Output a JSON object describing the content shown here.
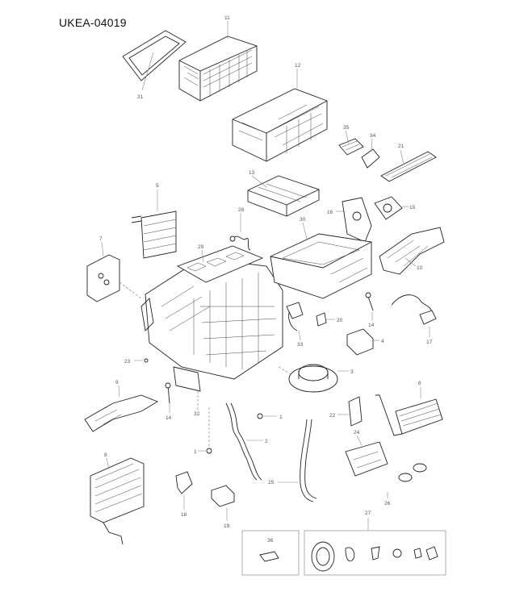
{
  "title": "UKEA-04019",
  "callouts": {
    "c1a": "1",
    "c1b": "1",
    "c2": "2",
    "c3": "3",
    "c4": "4",
    "c5": "5",
    "c6": "6",
    "c7": "7",
    "c8": "8",
    "c9": "9",
    "c10": "10",
    "c11": "11",
    "c12": "12",
    "c13": "13",
    "c14a": "14",
    "c14b": "14",
    "c15": "15",
    "c16": "16",
    "c17": "17",
    "c18": "18",
    "c19": "19",
    "c20": "20",
    "c21": "21",
    "c22": "22",
    "c23": "23",
    "c24": "24",
    "c25": "25",
    "c26": "26",
    "c27": "27",
    "c28": "28",
    "c29": "29",
    "c30": "30",
    "c31": "31",
    "c32": "32",
    "c33": "33",
    "c34": "34",
    "c35": "35",
    "c36": "36"
  }
}
